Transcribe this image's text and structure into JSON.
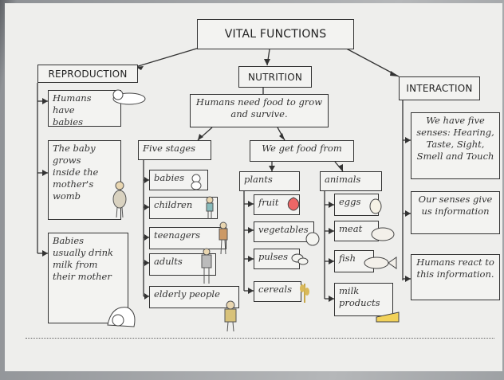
{
  "title": "VITAL FUNCTIONS",
  "reproduction": {
    "header": "REPRODUCTION",
    "facts": [
      "Humans have babies",
      "The baby grows inside the mother's womb",
      "Babies usually drink milk from their mother"
    ]
  },
  "nutrition": {
    "header": "NUTRITION",
    "need": "Humans need food to grow and survive.",
    "stages_header": "Five stages",
    "stages": [
      "babies",
      "children",
      "teenagers",
      "adults",
      "elderly people"
    ],
    "food_header": "We get food from",
    "plants": {
      "header": "plants",
      "items": [
        "fruit",
        "vegetables",
        "pulses",
        "cereals"
      ]
    },
    "animals": {
      "header": "animals",
      "items": [
        "eggs",
        "meat",
        "fish",
        "milk products"
      ]
    }
  },
  "interaction": {
    "header": "INTERACTION",
    "facts": [
      "We have five senses: Hearing, Taste, Sight, Smell and Touch",
      "Our senses give us information",
      "Humans react to this information."
    ]
  }
}
